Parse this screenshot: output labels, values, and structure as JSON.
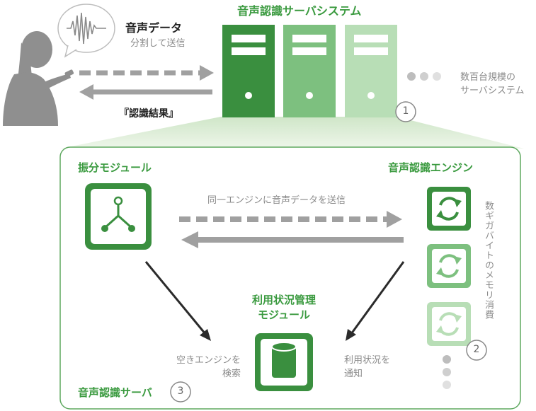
{
  "colors": {
    "green_dark": "#3a8f3f",
    "green_mid": "#7dc07f",
    "green_light": "#b8deb6",
    "panel_border": "#5ea85f",
    "arrow_gray": "#a0a0a0",
    "person_gray": "#8f8f8f"
  },
  "top": {
    "voice_title": "音声データ",
    "voice_sub": "分割して送信",
    "system_title": "音声認識サーバシステム",
    "result_label": "『認識結果』",
    "scale_label_line1": "数百台規模の",
    "scale_label_line2": "サーバシステム",
    "badge1": "1"
  },
  "panel": {
    "dispatch_title": "振分モジュール",
    "engine_title": "音声認識エンジン",
    "send_label": "同一エンジンに音声データを送信",
    "usage_title_line1": "利用状況管理",
    "usage_title_line2": "モジュール",
    "memory_label": "数ギガバイトのメモリ消費",
    "search_line1": "空きエンジンを",
    "search_line2": "検索",
    "notify_line1": "利用状況を",
    "notify_line2": "通知",
    "server_title": "音声認識サーバ",
    "badge2": "2",
    "badge3": "3"
  }
}
